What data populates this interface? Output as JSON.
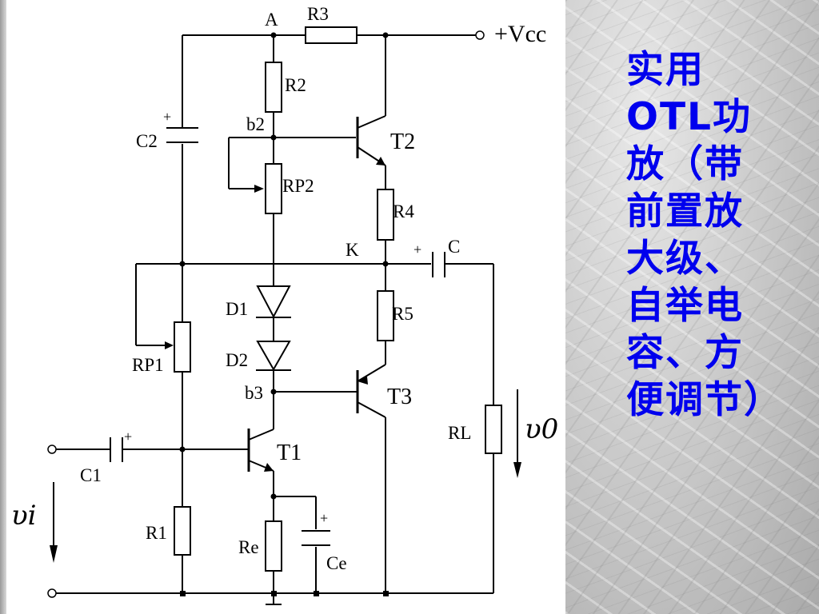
{
  "title": "实用OTL功放（带前置放大级、自举电容、方便调节）",
  "labels": {
    "node_a": "A",
    "r3": "R3",
    "vcc": "+Vcc",
    "r2": "R2",
    "b2": "b2",
    "c2": "C2",
    "t2": "T2",
    "rp2": "RP2",
    "r4": "R4",
    "k": "K",
    "c_plus": "+",
    "c": "C",
    "d1": "D1",
    "r5": "R5",
    "rp1": "RP1",
    "d2": "D2",
    "t3": "T3",
    "b3": "b3",
    "rl": "RL",
    "vo": "υ0",
    "c1_plus": "+",
    "t1": "T1",
    "c1": "C1",
    "vi": "υi",
    "r1": "R1",
    "re": "Re",
    "ce_plus": "+",
    "ce": "Ce",
    "c2_plus": "+"
  }
}
